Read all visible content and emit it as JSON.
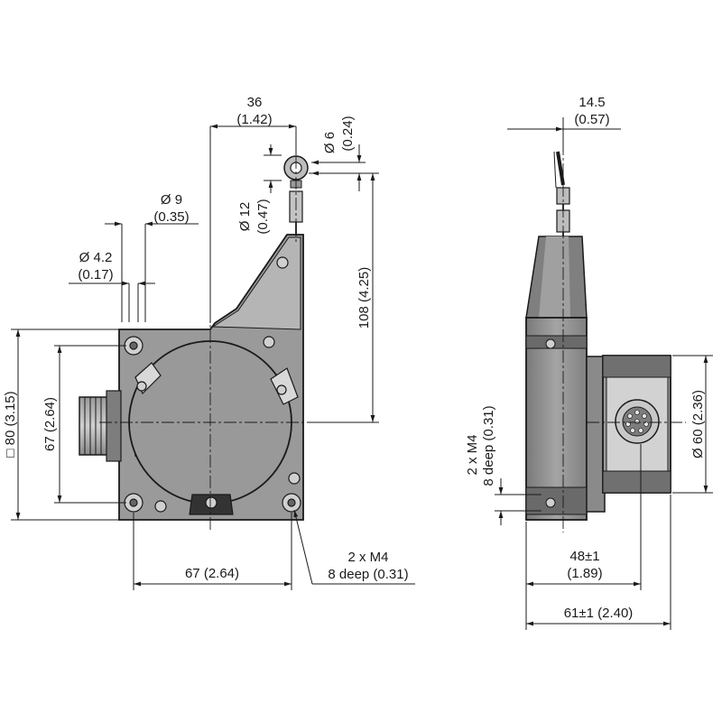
{
  "front_view": {
    "d36": "36",
    "d36_in": "(1.42)",
    "d6": "Ø 6",
    "d6_in": "(0.24)",
    "d9": "Ø 9",
    "d9_in": "(0.35)",
    "d12": "Ø 12",
    "d12_in": "(0.47)",
    "d42": "Ø 4.2",
    "d42_in": "(0.17)",
    "d108": "108 (4.25)",
    "d80": "□ 80 (3.15)",
    "d67v": "67 (2.64)",
    "d67h": "67 (2.64)",
    "m4": "2 x M4",
    "m4_deep": "8 deep (0.31)"
  },
  "side_view": {
    "d145": "14.5",
    "d145_in": "(0.57)",
    "m4": "2 x M4",
    "m4_deep": "8 deep (0.31)",
    "d60": "Ø 60 (2.36)",
    "d48": "48±1",
    "d48_in": "(1.89)",
    "d61": "61±1 (2.40)"
  },
  "colors": {
    "line": "#1a1a1a",
    "body_gray": "#8e8e8e",
    "body_light": "#c4c4c4",
    "body_dark": "#5b5b5b"
  }
}
